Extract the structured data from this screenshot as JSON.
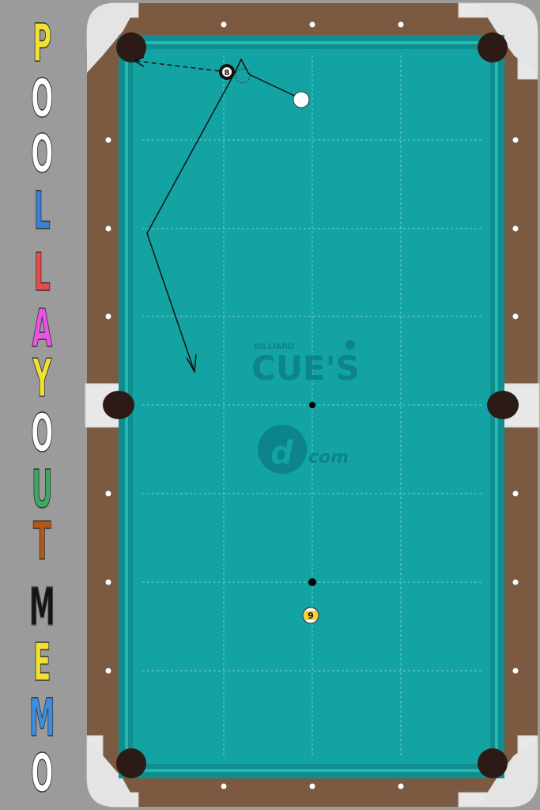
{
  "app": {
    "title_letters": [
      "P",
      "O",
      "O",
      "L",
      "L",
      "A",
      "Y",
      "O",
      "U",
      "T",
      "M",
      "E",
      "M",
      "O"
    ],
    "title_colors": [
      "#f2e032",
      "#ffffff",
      "#ffffff",
      "#3b7fd8",
      "#ee4a4a",
      "#ee50e8",
      "#f2e032",
      "#ffffff",
      "#3ea860",
      "#b8561a",
      "#151515",
      "#f2e032",
      "#3b8fe0",
      "#ffffff"
    ]
  },
  "table": {
    "felt_color": "#13a2a2",
    "rail_color": "#7a5a42",
    "logo_top_small": "BILLIARD",
    "logo_main": "CUE'S",
    "logo_bottom": "com",
    "logo_bottom_letter": "d"
  },
  "balls": [
    {
      "id": "cue",
      "label": "",
      "color": "#ffffff"
    },
    {
      "id": "eight",
      "label": "8",
      "color": "#111111"
    },
    {
      "id": "nine",
      "label": "9",
      "color": "#f3d23a"
    }
  ]
}
